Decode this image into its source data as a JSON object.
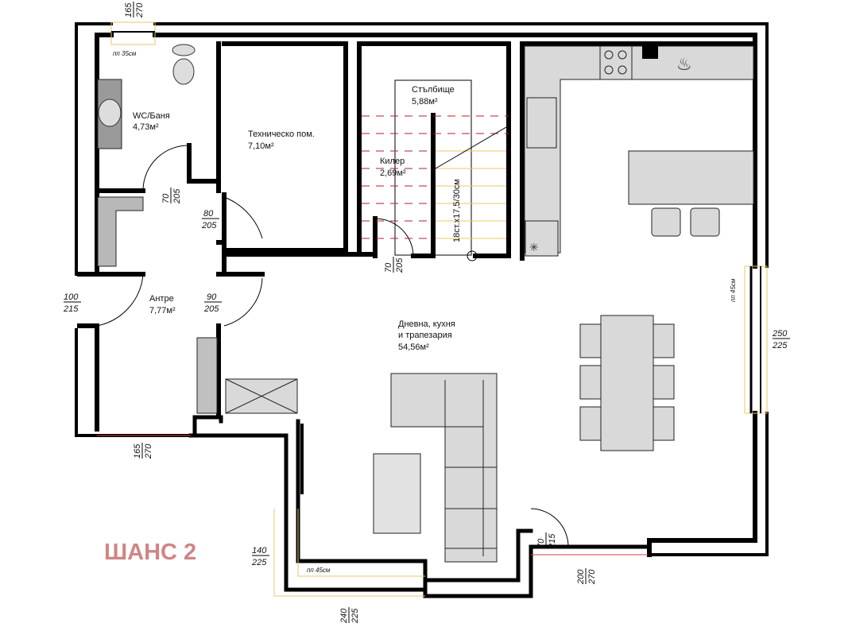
{
  "title": "ШАНС 2",
  "title_color": "#d08585",
  "rooms": [
    {
      "name": "WC/Баня",
      "area": "4,73м²"
    },
    {
      "name": "Техническо пом.",
      "area": "7,10м²"
    },
    {
      "name": "Стълбище",
      "area": "5,88м²"
    },
    {
      "name": "Килер",
      "area": "2,69м²"
    },
    {
      "name": "Антре",
      "area": "7,77м²"
    },
    {
      "name": "Дневна, кухня",
      "name2": "и трапезария",
      "area": "54,56м²"
    }
  ],
  "stairs": "18ст.х17,5/30см",
  "sill_labels": {
    "wc": "пп 35см",
    "right": "пп 45см",
    "bottom": "пп 45см"
  },
  "dimensions": {
    "top_window": {
      "w": "165",
      "h": "270"
    },
    "wc_door": {
      "w": "70",
      "h": "205"
    },
    "tech_door": {
      "w": "80",
      "h": "205"
    },
    "pantry_door": {
      "w": "70",
      "h": "205"
    },
    "entry_door": {
      "w": "100",
      "h": "215"
    },
    "hall_door": {
      "w": "90",
      "h": "205"
    },
    "left_window": {
      "w": "165",
      "h": "270"
    },
    "right_window": {
      "w": "250",
      "h": "225"
    },
    "corner_window_left": {
      "w": "140",
      "h": "225"
    },
    "bottom_window": {
      "w": "240",
      "h": "225"
    },
    "back_door": {
      "w": "70",
      "h": "215"
    },
    "bottom_right_window": {
      "w": "200",
      "h": "270"
    }
  }
}
